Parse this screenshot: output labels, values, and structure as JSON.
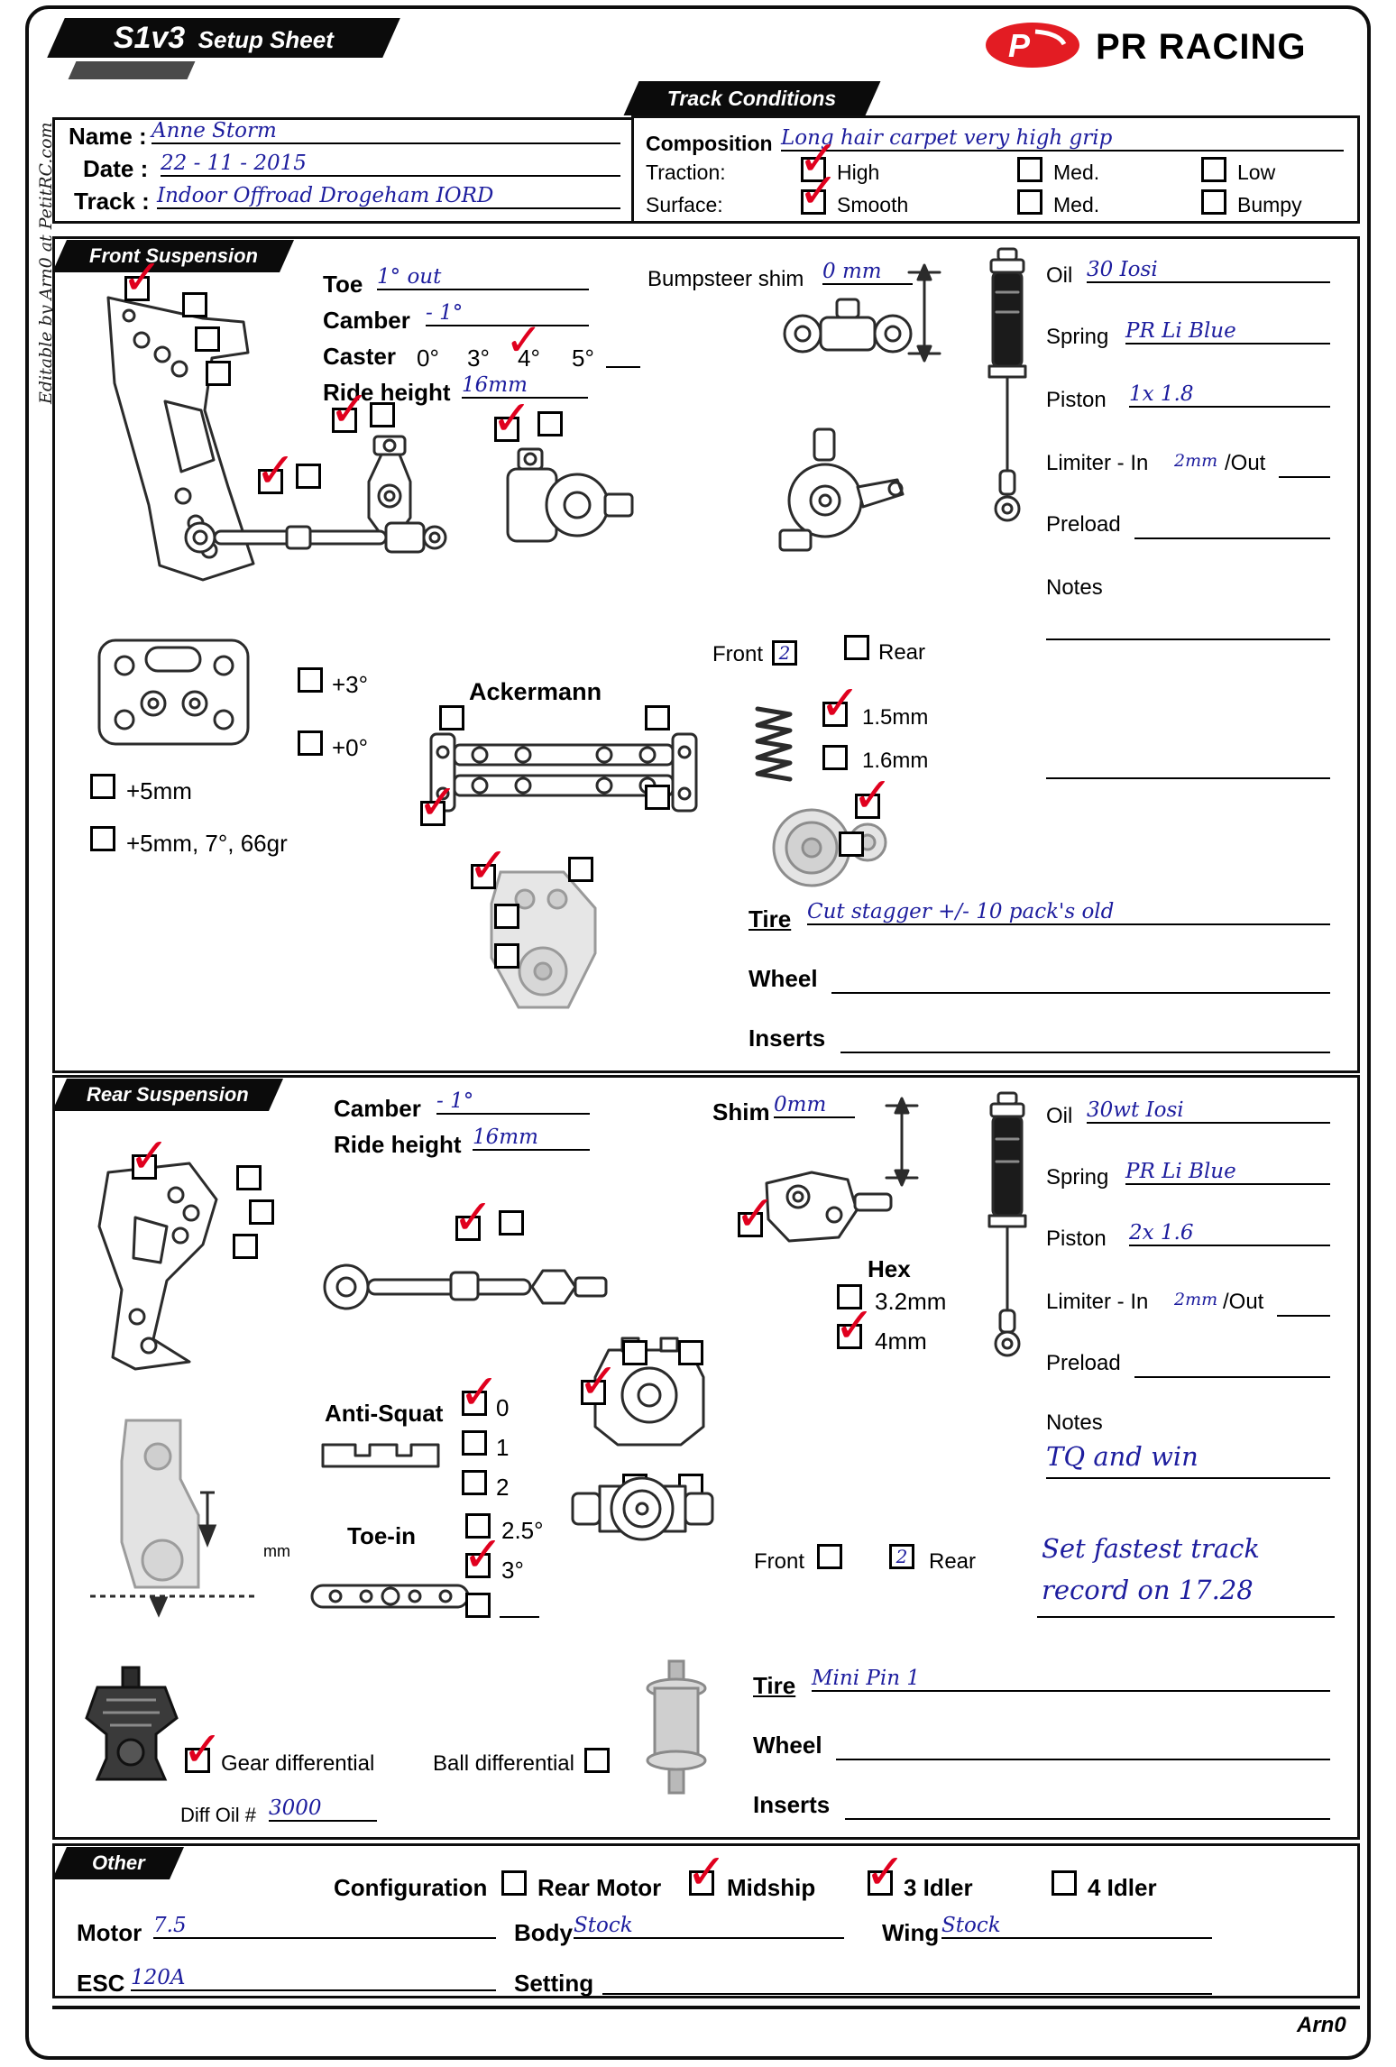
{
  "page": {
    "side_note": "Editable by Arn0 at PetitRC.com",
    "footer_credit": "Arn0"
  },
  "header": {
    "sheet_title_model": "S1v3",
    "sheet_title_rest": "Setup Sheet",
    "brand_name": "PR RACING"
  },
  "info": {
    "name_label": "Name :",
    "name_value": "Anne Storm",
    "date_label": "Date :",
    "date_value": "22 - 11 - 2015",
    "track_label": "Track :",
    "track_value": "Indoor Offroad Drogeham IORD"
  },
  "conditions": {
    "banner": "Track Conditions",
    "composition_label": "Composition",
    "composition_value": "Long hair carpet very high grip",
    "traction_label": "Traction:",
    "traction": [
      {
        "label": "High",
        "checked": true
      },
      {
        "label": "Med.",
        "checked": false
      },
      {
        "label": "Low",
        "checked": false
      }
    ],
    "surface_label": "Surface:",
    "surface": [
      {
        "label": "Smooth",
        "checked": true
      },
      {
        "label": "Med.",
        "checked": false
      },
      {
        "label": "Bumpy",
        "checked": false
      }
    ]
  },
  "front": {
    "banner": "Front Suspension",
    "toe_label": "Toe",
    "toe_value": "1° out",
    "camber_label": "Camber",
    "camber_value": "- 1°",
    "caster_label": "Caster",
    "caster_opt0": "0°",
    "caster_opt1": "3°",
    "caster_opt2": "4°",
    "caster_opt3": "5°",
    "caster_checked": "4°",
    "ride_height_label": "Ride height",
    "ride_height_value": "16mm",
    "bumpsteer_label": "Bumpsteer shim",
    "bumpsteer_value": "0 mm",
    "oil_label": "Oil",
    "oil_value": "30 Iosi",
    "spring_label": "Spring",
    "spring_value": "PR Li Blue",
    "piston_label": "Piston",
    "piston_value": "1x 1.8",
    "limiter_label": "Limiter - In",
    "limiter_value": "2mm",
    "limiter_out_label": "/Out",
    "preload_label": "Preload",
    "notes_label": "Notes",
    "shock_front_label": "Front",
    "shock_front_value": "2",
    "shock_rear_label": "Rear",
    "ackermann_label": "Ackermann",
    "opt_plus3": "+3°",
    "opt_plus0": "+0°",
    "opt_plus5mm": "+5mm",
    "opt_plus5mm7": "+5mm, 7°, 66gr",
    "spring_spacer": [
      {
        "label": "1.5mm",
        "checked": true
      },
      {
        "label": "1.6mm",
        "checked": false
      }
    ],
    "tire_label": "Tire",
    "tire_value": "Cut stagger  +/- 10 pack's old",
    "wheel_label": "Wheel",
    "inserts_label": "Inserts",
    "arm_boxes": [
      true,
      false,
      false,
      false
    ],
    "upright_boxes": [
      true,
      false
    ],
    "lower_arm_boxes": [
      true,
      false
    ],
    "knuckle_boxes": [
      true,
      false
    ],
    "ackermann_boxes": [
      false,
      false,
      true,
      false
    ],
    "spindle_boxes": [
      true,
      false
    ],
    "plate_boxes": [
      true,
      false,
      false,
      false
    ]
  },
  "rear": {
    "banner": "Rear Suspension",
    "camber_label": "Camber",
    "camber_value": "- 1°",
    "ride_height_label": "Ride height",
    "ride_height_value": "16mm",
    "shim_label": "Shim",
    "shim_value": "0mm",
    "oil_label": "Oil",
    "oil_value": "30wt Iosi",
    "spring_label": "Spring",
    "spring_value": "PR Li Blue",
    "piston_label": "Piston",
    "piston_value": "2x 1.6",
    "limiter_label": "Limiter - In",
    "limiter_value": "2mm",
    "limiter_out_label": "/Out",
    "preload_label": "Preload",
    "notes_label": "Notes",
    "notes_value": "TQ and win",
    "notes_line2a": "Set fastest track",
    "notes_line2b": "record on 17.28",
    "hex_label": "Hex",
    "hex": [
      {
        "label": "3.2mm",
        "checked": false
      },
      {
        "label": "4mm",
        "checked": true
      }
    ],
    "anti_squat_label": "Anti-Squat",
    "anti_squat": [
      {
        "label": "0",
        "checked": true
      },
      {
        "label": "1",
        "checked": false
      },
      {
        "label": "2",
        "checked": false
      }
    ],
    "toe_in_label": "Toe-in",
    "toe_in": [
      {
        "label": "2.5°",
        "checked": false
      },
      {
        "label": "3°",
        "checked": true
      }
    ],
    "mm_label": "mm",
    "shock_front_label": "Front",
    "shock_rear_value": "2",
    "shock_rear_label": "Rear",
    "tire_label": "Tire",
    "tire_value": "Mini Pin 1",
    "wheel_label": "Wheel",
    "inserts_label": "Inserts",
    "gear_diff_label": "Gear differential",
    "gear_diff_checked": true,
    "ball_diff_label": "Ball differential",
    "ball_diff_checked": false,
    "diff_oil_label": "Diff Oil  #",
    "diff_oil_value": "3000",
    "arm_boxes": [
      true,
      false,
      false,
      false
    ],
    "axle_boxes": [
      true,
      false
    ],
    "upright_boxes": [
      true
    ],
    "hub_boxes": [
      false,
      false,
      true,
      false,
      false
    ]
  },
  "other": {
    "banner": "Other",
    "configuration_label": "Configuration",
    "config": [
      {
        "label": "Rear Motor",
        "checked": false
      },
      {
        "label": "Midship",
        "checked": true
      },
      {
        "label": "3 Idler",
        "checked": true
      },
      {
        "label": "4 Idler",
        "checked": false
      }
    ],
    "motor_label": "Motor",
    "motor_value": "7.5",
    "body_label": "Body",
    "body_value": "Stock",
    "wing_label": "Wing",
    "wing_value": "Stock",
    "esc_label": "ESC",
    "esc_value": "120A",
    "setting_label": "Setting"
  }
}
